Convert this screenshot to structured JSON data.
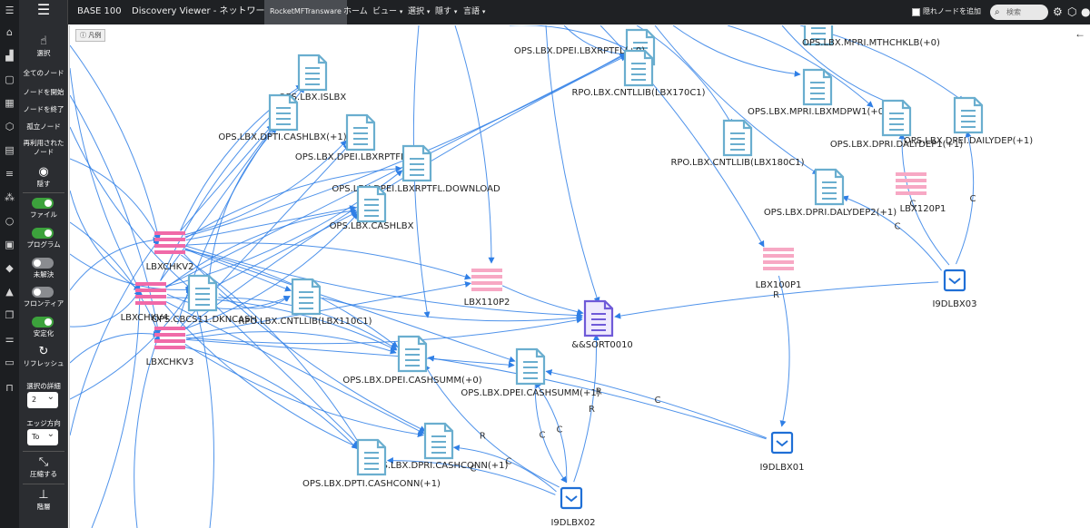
{
  "topbar": {
    "title": "BASE 100",
    "viewer_title": "Discovery Viewer - ネットワーク",
    "active_tab": "RocketMFTransware",
    "menus": [
      "ホーム",
      "ビュー",
      "選択",
      "隠す",
      "言語"
    ],
    "hidden_nodes_label": "隠れノードを追加",
    "search_placeholder": "検索"
  },
  "tools": {
    "select": "選択",
    "all_nodes": "全てのノード",
    "start_node": "ノードを開始",
    "end_node": "ノードを終了",
    "isolated_nodes": "孤立ノード",
    "reused_nodes_1": "再利用された",
    "reused_nodes_2": "ノード",
    "hide": "隠す",
    "toggles": [
      {
        "label": "ファイル",
        "on": true
      },
      {
        "label": "プログラム",
        "on": true
      },
      {
        "label": "未解決",
        "on": false
      },
      {
        "label": "フロンティア",
        "on": false
      },
      {
        "label": "安定化",
        "on": true
      }
    ],
    "refresh": "リフレッシュ",
    "detail_label": "選択の詳細",
    "detail_value": "2",
    "edge_dir_label": "エッジ方向",
    "edge_dir_value": "To",
    "compress": "圧縮する",
    "hierarchy": "階層"
  },
  "graph": {
    "legend_label": "凡例",
    "nodes": [
      {
        "label": "OPS.LBX.ISLBX",
        "type": "file"
      },
      {
        "label": "OPS.LBX.DPTI.CASHLBX(+1)",
        "type": "file"
      },
      {
        "label": "OPS.LBX.DPEI.LBXRPTFL(+1)",
        "type": "file"
      },
      {
        "label": "OPS.LBX.DPEI.LBXRPTFL.DOWNLOAD",
        "type": "file"
      },
      {
        "label": "OPS.LBX.CASHLBX",
        "type": "file"
      },
      {
        "label": "OPS.LBX.DPEI.LBXRPTFL(+0)",
        "type": "file"
      },
      {
        "label": "RPO.LBX.CNTLLIB(LBX170C1)",
        "type": "file"
      },
      {
        "label": "OPS.LBX.MPRI.MTHCHKLB(+0)",
        "type": "file"
      },
      {
        "label": "OPS.LBX.MPRI.LBXMDPW1(+0)",
        "type": "file"
      },
      {
        "label": "OPS.LBX.DPRI.DALYDEP1(+1)",
        "type": "file"
      },
      {
        "label": "OPS.LBX.DPEI.DAILYDEP(+1)",
        "type": "file"
      },
      {
        "label": "RPO.LBX.CNTLLIB(LBX180C1)",
        "type": "file"
      },
      {
        "label": "OPS.LBX.DPRI.DALYDEP2(+1)",
        "type": "file"
      },
      {
        "label": "LBX120P1",
        "type": "program"
      },
      {
        "label": "LBXCHKV2",
        "type": "program"
      },
      {
        "label": "LBX110P2",
        "type": "program"
      },
      {
        "label": "LBX100P1",
        "type": "program"
      },
      {
        "label": "I9DLBX03",
        "type": "jcl"
      },
      {
        "label": "LBXCHKV4",
        "type": "program"
      },
      {
        "label": "OPS.CBCS11.DKNCASH",
        "type": "file"
      },
      {
        "label": "RPO.LBX.CNTLLIB(LBX110C1)",
        "type": "file"
      },
      {
        "label": "LBXCHKV3",
        "type": "program"
      },
      {
        "label": "&&SORT0010",
        "type": "temp"
      },
      {
        "label": "OPS.LBX.DPEI.CASHSUMM(+0)",
        "type": "file"
      },
      {
        "label": "OPS.LBX.DPEI.CASHSUMM(+1)",
        "type": "file"
      },
      {
        "label": "I9DLBX01",
        "type": "jcl"
      },
      {
        "label": "OPS.LBX.DPRI.CASHCONN(+1)",
        "type": "file"
      },
      {
        "label": "OPS.LBX.DPTI.CASHCONN(+1)",
        "type": "file"
      },
      {
        "label": "I9DLBX02",
        "type": "jcl"
      }
    ],
    "edge_labels": {
      "c": "C",
      "r": "R"
    }
  },
  "colors": {
    "edge": "#2f7fe6",
    "file_icon": "#6aaecf",
    "program_icon": "#f06aa8",
    "program_icon_light": "#f7a8c4",
    "temp_icon": "#6f5ad8",
    "jcl_icon": "#1f6fd6"
  }
}
